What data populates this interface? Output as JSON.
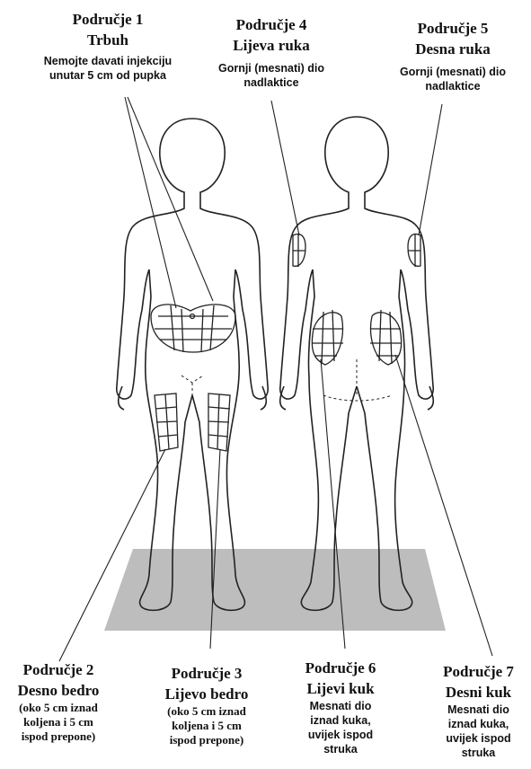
{
  "areas": [
    {
      "id": "1",
      "title": "Područje 1",
      "subtitle": "Trbuh",
      "note_lines": [
        "Nemojte davati injekciju",
        "unutar 5 cm od pupka"
      ]
    },
    {
      "id": "4",
      "title": "Područje 4",
      "subtitle": "Lijeva ruka",
      "note_lines": [
        "Gornji (mesnati) dio",
        "nadlaktice"
      ]
    },
    {
      "id": "5",
      "title": "Područje 5",
      "subtitle": "Desna ruka",
      "note_lines": [
        "Gornji (mesnati) dio",
        "nadlaktice"
      ]
    },
    {
      "id": "2",
      "title": "Područje 2",
      "subtitle": "Desno bedro",
      "note_lines": [
        "(oko 5 cm iznad",
        "koljena i 5 cm",
        "ispod prepone)"
      ]
    },
    {
      "id": "3",
      "title": "Područje 3",
      "subtitle": "Lijevo bedro",
      "note_lines": [
        "(oko 5 cm iznad",
        "koljena i 5 cm",
        "ispod prepone)"
      ]
    },
    {
      "id": "6",
      "title": "Područje 6",
      "subtitle": "Lijevi kuk",
      "note_lines": [
        "Mesnati dio",
        "iznad kuka,",
        "uvijek ispod",
        "struka"
      ]
    },
    {
      "id": "7",
      "title": "Područje 7",
      "subtitle": "Desni kuk",
      "note_lines": [
        "Mesnati dio",
        "iznad kuka,",
        "uvijek ispod",
        "struka"
      ]
    }
  ]
}
